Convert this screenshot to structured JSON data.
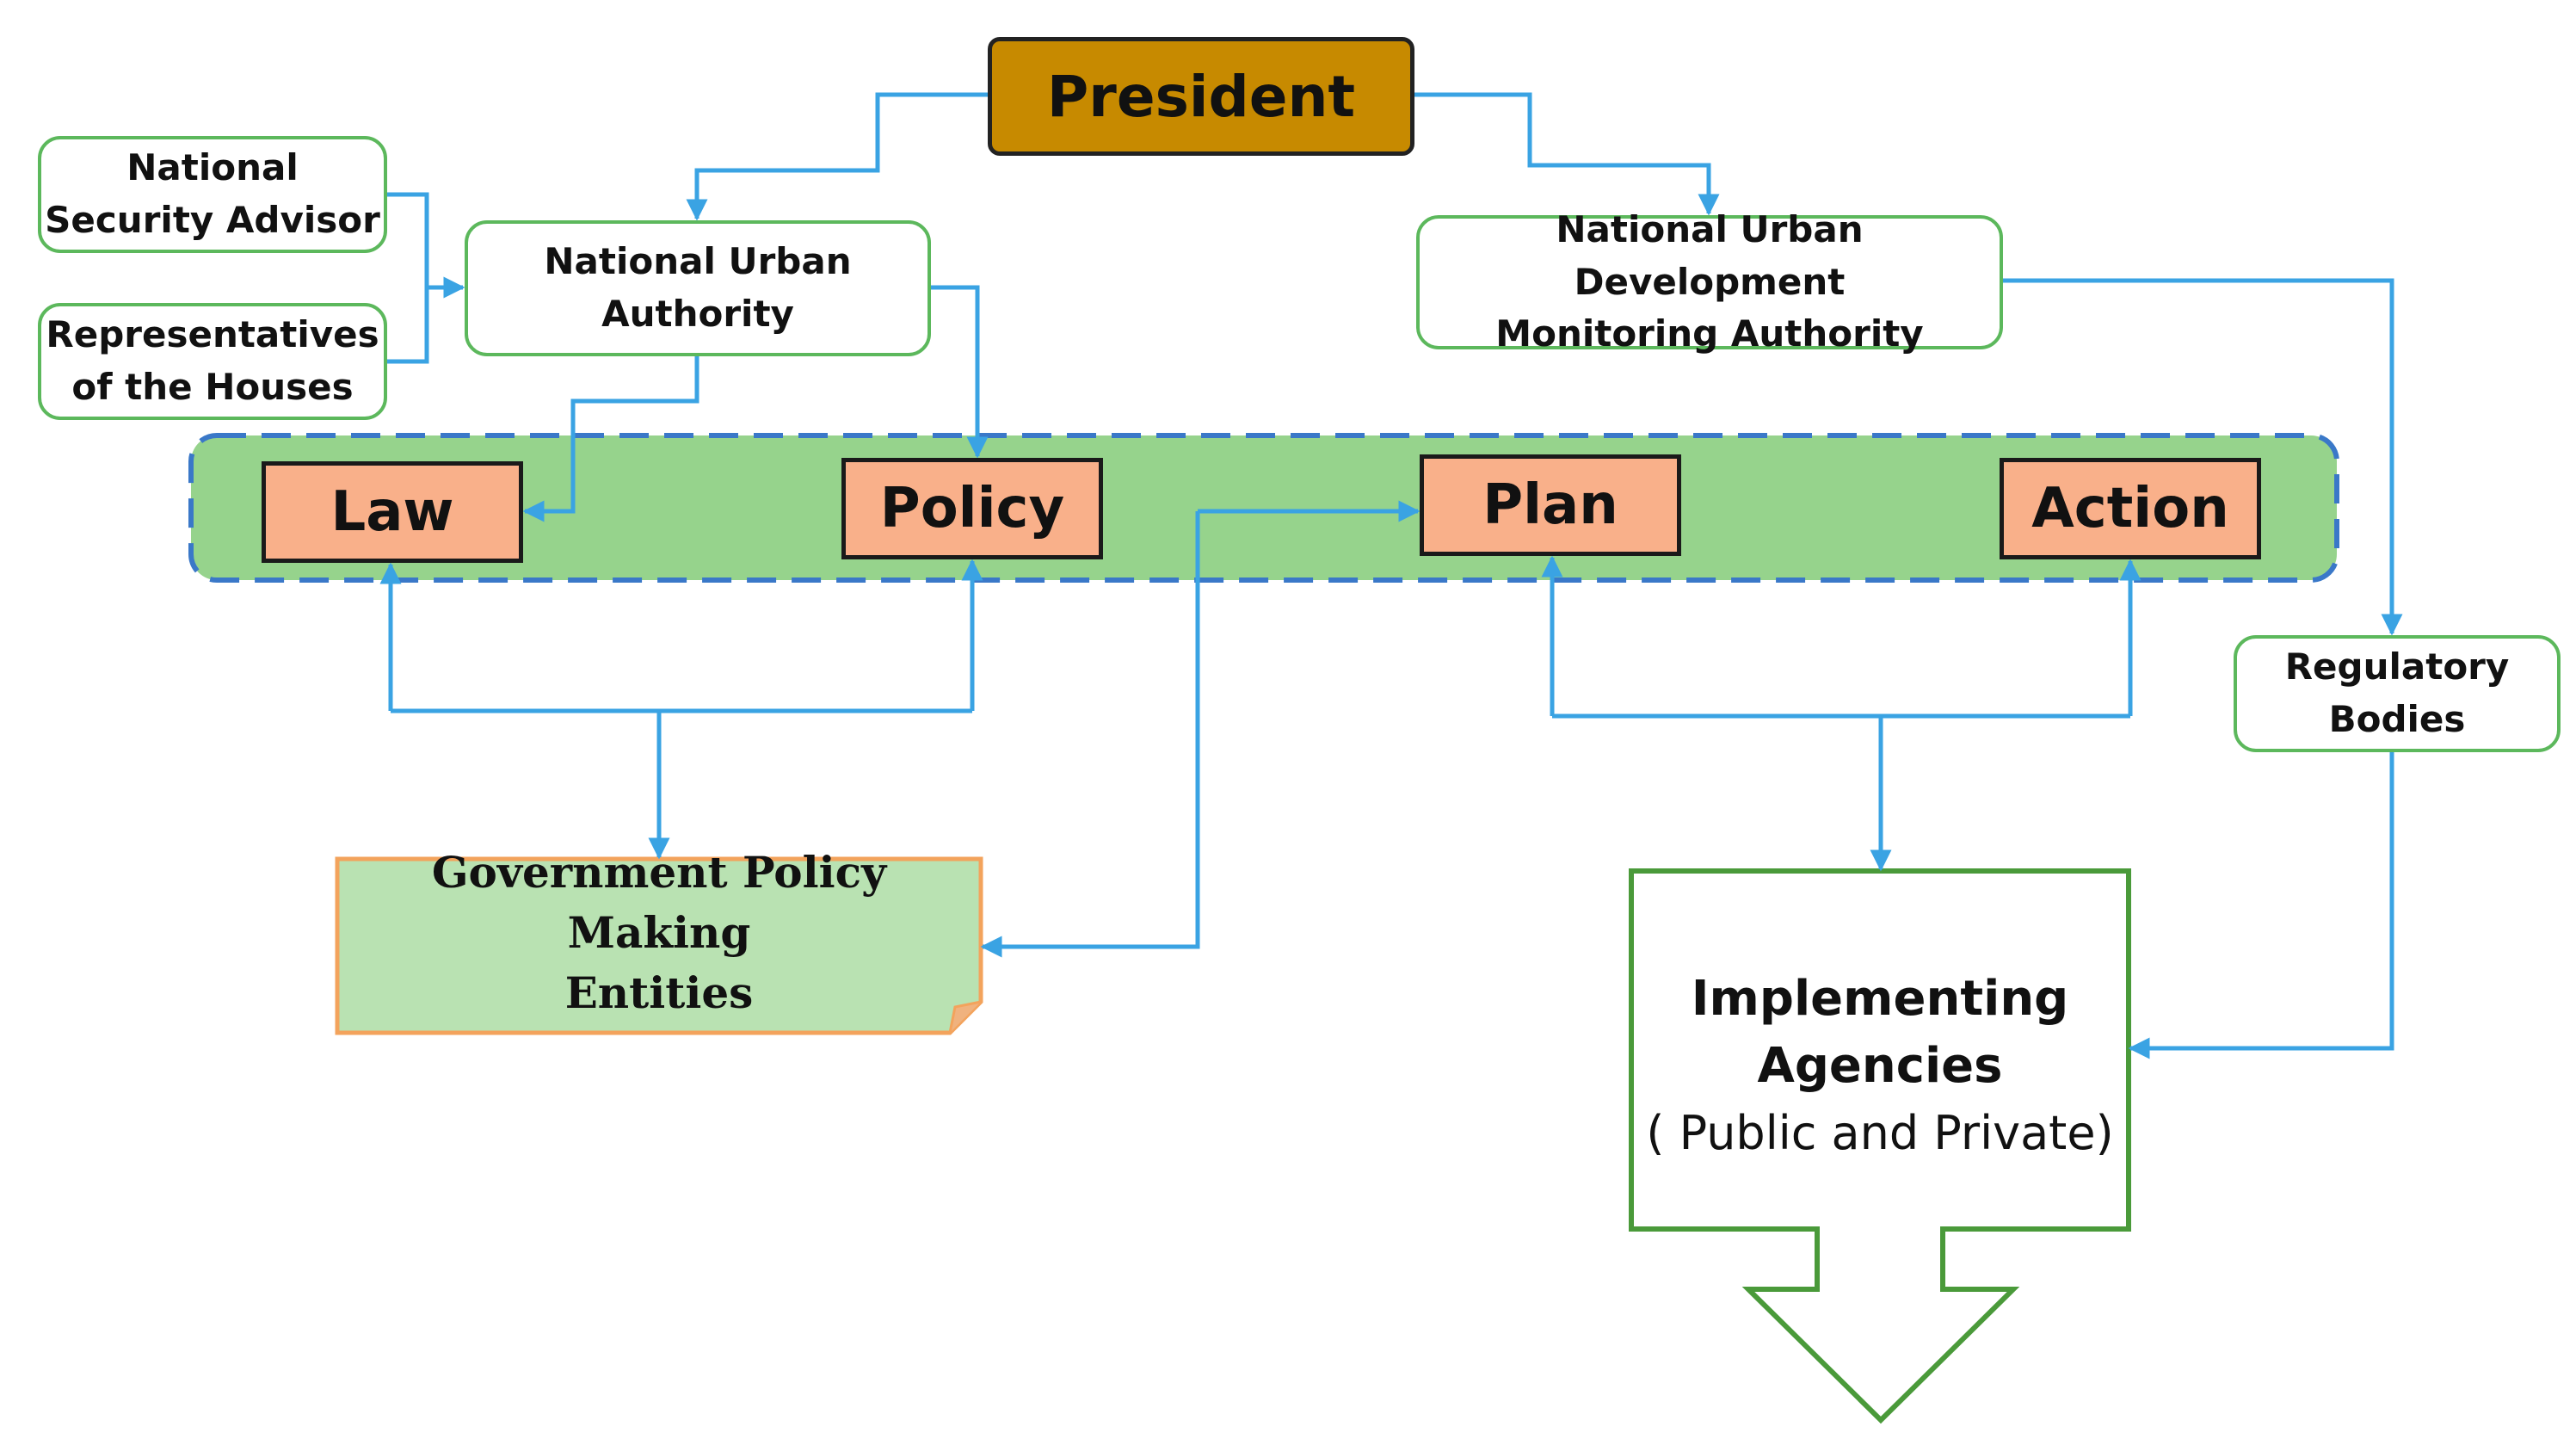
{
  "top": {
    "title": "President"
  },
  "left_inputs": [
    {
      "line1": "National",
      "line2": "Security Advisor"
    },
    {
      "line1": "Representatives",
      "line2": "of the Houses"
    }
  ],
  "authorities": {
    "urban": {
      "line1": "National Urban",
      "line2": "Authority"
    },
    "monitoring": {
      "line1": "National Urban Development",
      "line2": "Monitoring Authority"
    }
  },
  "regulatory": {
    "line1": "Regulatory",
    "line2": "Bodies"
  },
  "stages": [
    {
      "label": "Law"
    },
    {
      "label": "Policy"
    },
    {
      "label": "Plan"
    },
    {
      "label": "Action"
    }
  ],
  "government_entities": {
    "line1": "Government Policy Making",
    "line2": "Entities"
  },
  "implementing": {
    "line1": "Implementing",
    "line2": "Agencies",
    "line3": "( Public and Private)"
  },
  "colors": {
    "connector": "#3aa3e3",
    "green_border": "#5cb85c",
    "band_fill": "#96d38c",
    "band_border": "#3a78c8",
    "stage_fill": "#f9b08a",
    "president_fill": "#c78a00",
    "note_fill": "#b9e2b2",
    "note_border": "#f3a35c",
    "implementing_border": "#4a9a3a"
  }
}
